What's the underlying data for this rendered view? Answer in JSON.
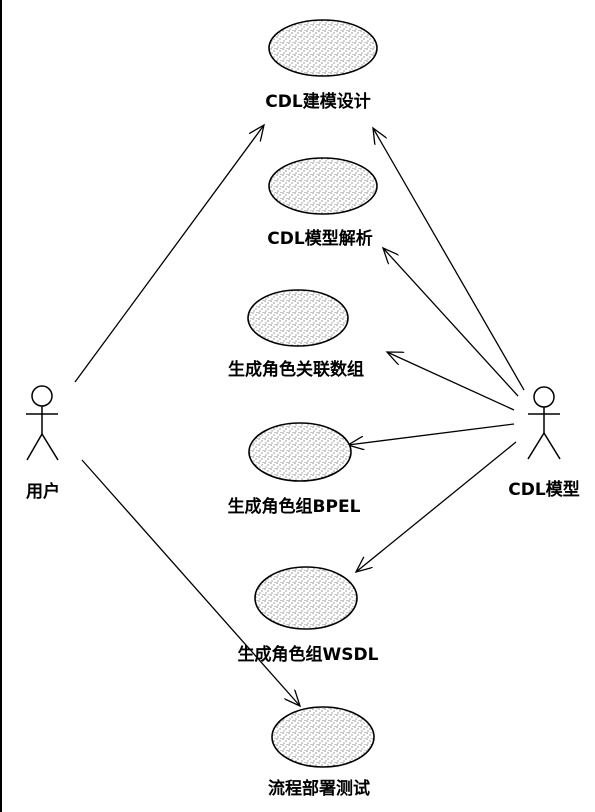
{
  "actors": {
    "user": {
      "label": "用户",
      "icon": "stick-figure-icon"
    },
    "model": {
      "label": "CDL模型",
      "icon": "stick-figure-icon"
    }
  },
  "use_cases": [
    {
      "id": "uc1",
      "label": "CDL建模设计"
    },
    {
      "id": "uc2",
      "label": "CDL模型解析"
    },
    {
      "id": "uc3",
      "label": "生成角色关联数组"
    },
    {
      "id": "uc4",
      "label": "生成角色组BPEL"
    },
    {
      "id": "uc5",
      "label": "生成角色组WSDL"
    },
    {
      "id": "uc6",
      "label": "流程部署测试"
    }
  ],
  "associations": [
    {
      "from": "user",
      "to": "uc1"
    },
    {
      "from": "user",
      "to": "uc6"
    },
    {
      "from": "model",
      "to": "uc1"
    },
    {
      "from": "model",
      "to": "uc2"
    },
    {
      "from": "model",
      "to": "uc3"
    },
    {
      "from": "model",
      "to": "uc4"
    },
    {
      "from": "model",
      "to": "uc5"
    }
  ]
}
